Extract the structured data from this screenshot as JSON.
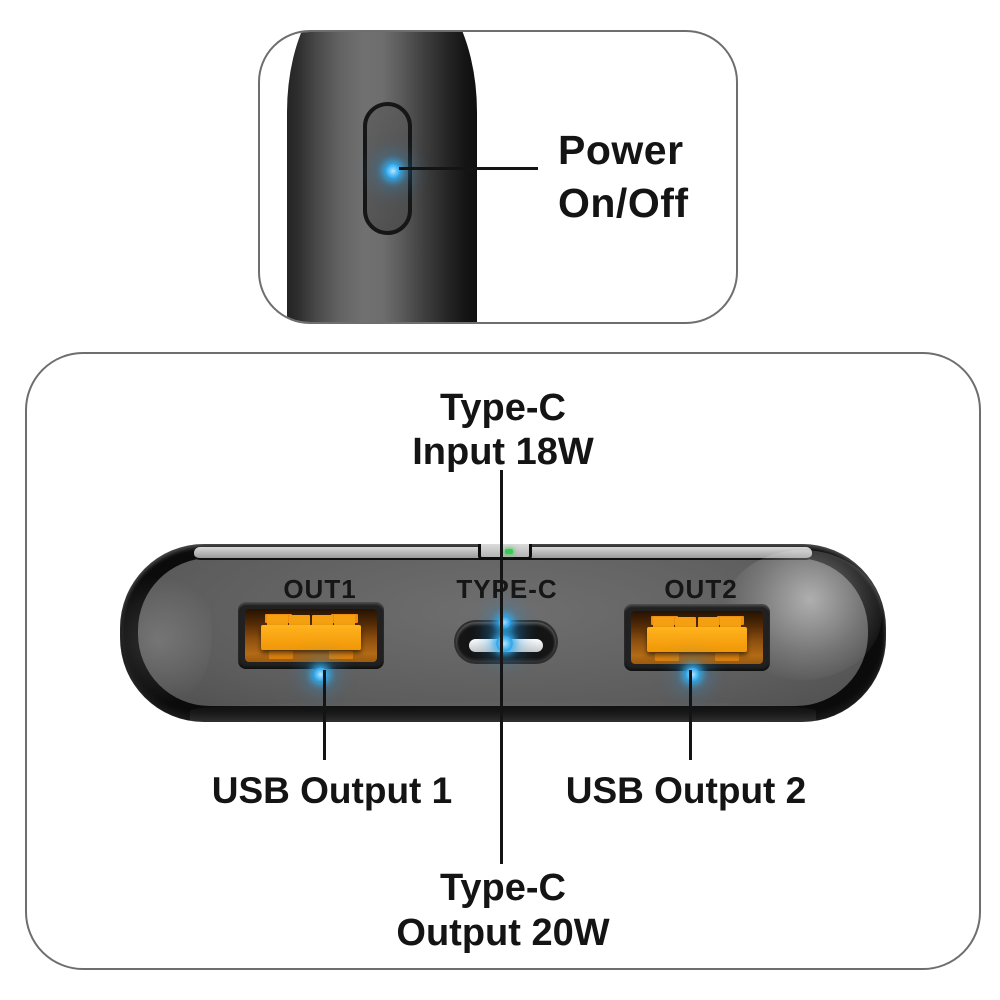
{
  "colors": {
    "background": "#ffffff",
    "panel_border": "#6e6e6e",
    "text": "#141414",
    "led_blue": "#2fa3e8",
    "port_orange": "#f7a011",
    "indicator_green": "#35cb4e",
    "device_black": "#0b0b0b",
    "device_gray": "#5d5d5d"
  },
  "top_callout": {
    "power_label": {
      "line1": "Power",
      "line2": "On/Off"
    }
  },
  "port_diagram": {
    "input_label": {
      "line1": "Type-C",
      "line2": "Input 18W"
    },
    "device_print": {
      "out1": "OUT1",
      "type_c": "TYPE-C",
      "out2": "OUT2"
    },
    "usb_output_1_label": "USB Output 1",
    "usb_output_2_label": "USB Output 2",
    "output_label": {
      "line1": "Type-C",
      "line2": "Output 20W"
    }
  }
}
